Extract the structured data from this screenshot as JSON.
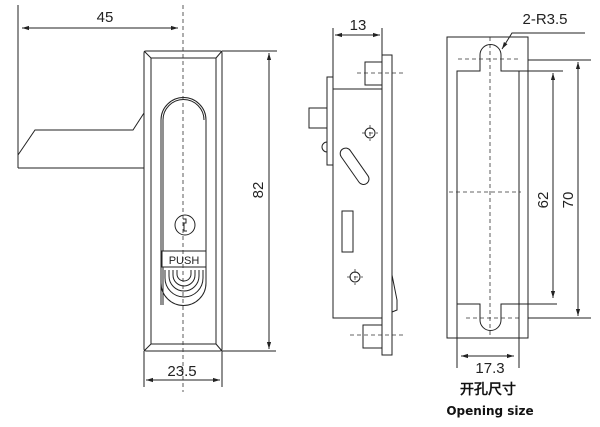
{
  "dimensions": {
    "handle_offset": "45",
    "height": "82",
    "width": "23.5",
    "depth": "13",
    "radius": "2-R3.5",
    "opening_inner_height": "62",
    "opening_outer_height": "70",
    "opening_width": "17.3"
  },
  "labels": {
    "push": "PUSH",
    "opening_cn": "开孔尺寸",
    "opening_en": "Opening size"
  }
}
